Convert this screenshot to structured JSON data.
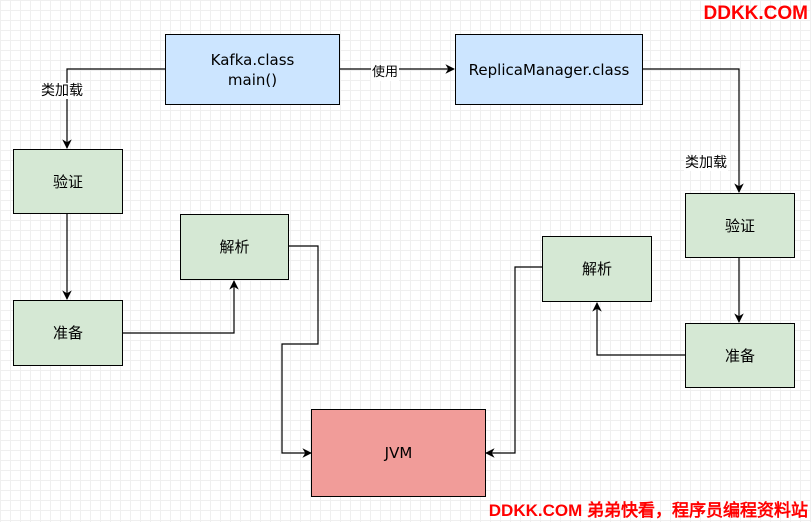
{
  "watermark": {
    "top": "DDKK.COM",
    "bottom": "DDKK.COM 弟弟快看，程序员编程资料站",
    "color": "#ff0000"
  },
  "nodes": {
    "kafka": {
      "line1": "Kafka.class",
      "line2": "main()",
      "fill": "#cce5ff"
    },
    "replica": {
      "label": "ReplicaManager.class",
      "fill": "#cce5ff"
    },
    "verify_left": {
      "label": "验证",
      "fill": "#d5e8d4"
    },
    "prepare_left": {
      "label": "准备",
      "fill": "#d5e8d4"
    },
    "parse_left": {
      "label": "解析",
      "fill": "#d5e8d4"
    },
    "verify_right": {
      "label": "验证",
      "fill": "#d5e8d4"
    },
    "prepare_right": {
      "label": "准备",
      "fill": "#d5e8d4"
    },
    "parse_right": {
      "label": "解析",
      "fill": "#d5e8d4"
    },
    "jvm": {
      "label": "JVM",
      "fill": "#f19c99"
    }
  },
  "edges": {
    "load_left": "类加载",
    "uses": "使用",
    "load_right": "类加载"
  }
}
